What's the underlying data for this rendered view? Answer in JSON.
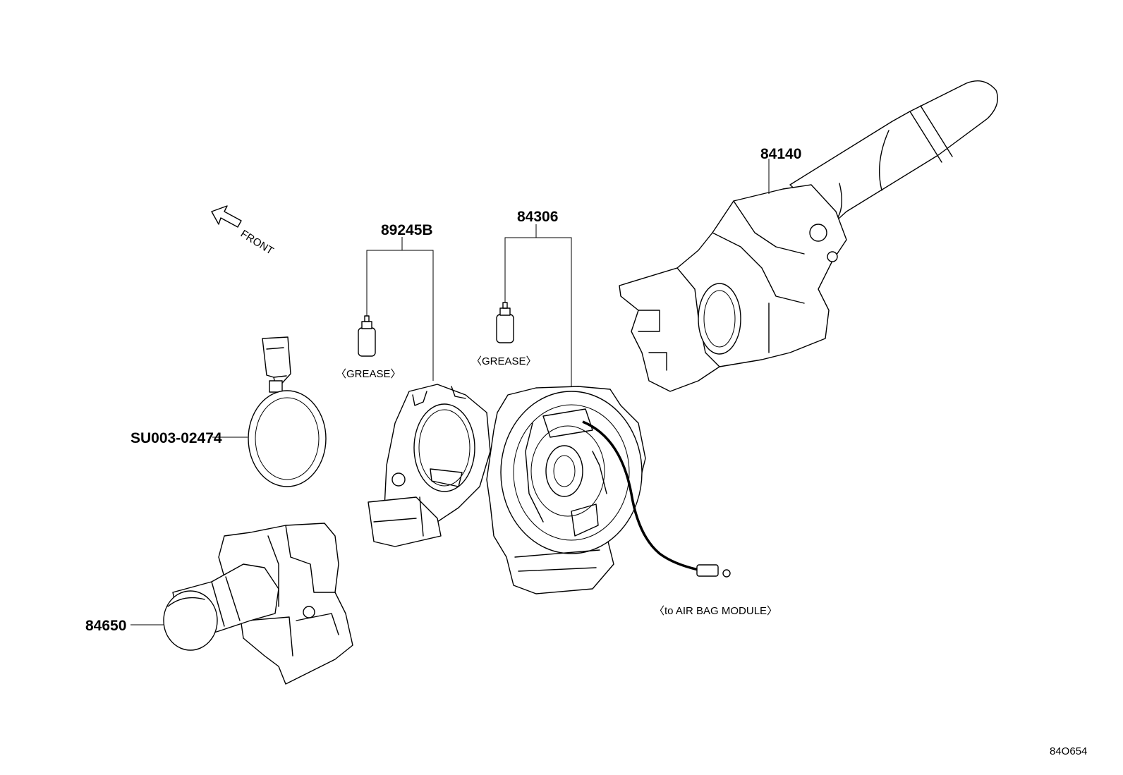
{
  "labels": {
    "part_84140": "84140",
    "part_84306": "84306",
    "part_89245B": "89245B",
    "part_SU003": "SU003-02474",
    "part_84650": "84650",
    "grease_left": "〈GREASE〉",
    "grease_right": "〈GREASE〉",
    "front": "FRONT",
    "airbag_note": "〈to AIR BAG MODULE〉",
    "diagram_id": "84O654"
  },
  "colors": {
    "line": "#000000",
    "background": "#ffffff"
  }
}
